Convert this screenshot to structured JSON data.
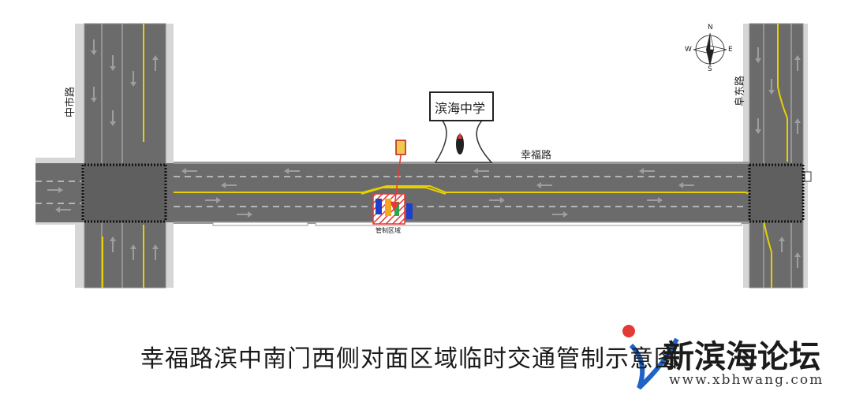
{
  "labels": {
    "zhongshi_road": "中市路",
    "fudong_road": "阜东路",
    "xingfu_road": "幸福路",
    "school": "滨海中学",
    "control_zone": "管制区域"
  },
  "compass": {
    "n": "N",
    "s": "S",
    "e": "E",
    "w": "W"
  },
  "caption": "幸福路滨中南门西侧对面区域临时交通管制示意图",
  "watermark": {
    "name": "新滨海论坛",
    "url": "www.xbhwang.com"
  },
  "colors": {
    "road": "#6b6b6b",
    "sidewalk": "#d6d6d6",
    "curb": "#9a9a9a",
    "center_line": "#e6d000",
    "control_red": "#e53935",
    "control_blue": "#1e40c8",
    "control_green": "#2aa84a"
  }
}
